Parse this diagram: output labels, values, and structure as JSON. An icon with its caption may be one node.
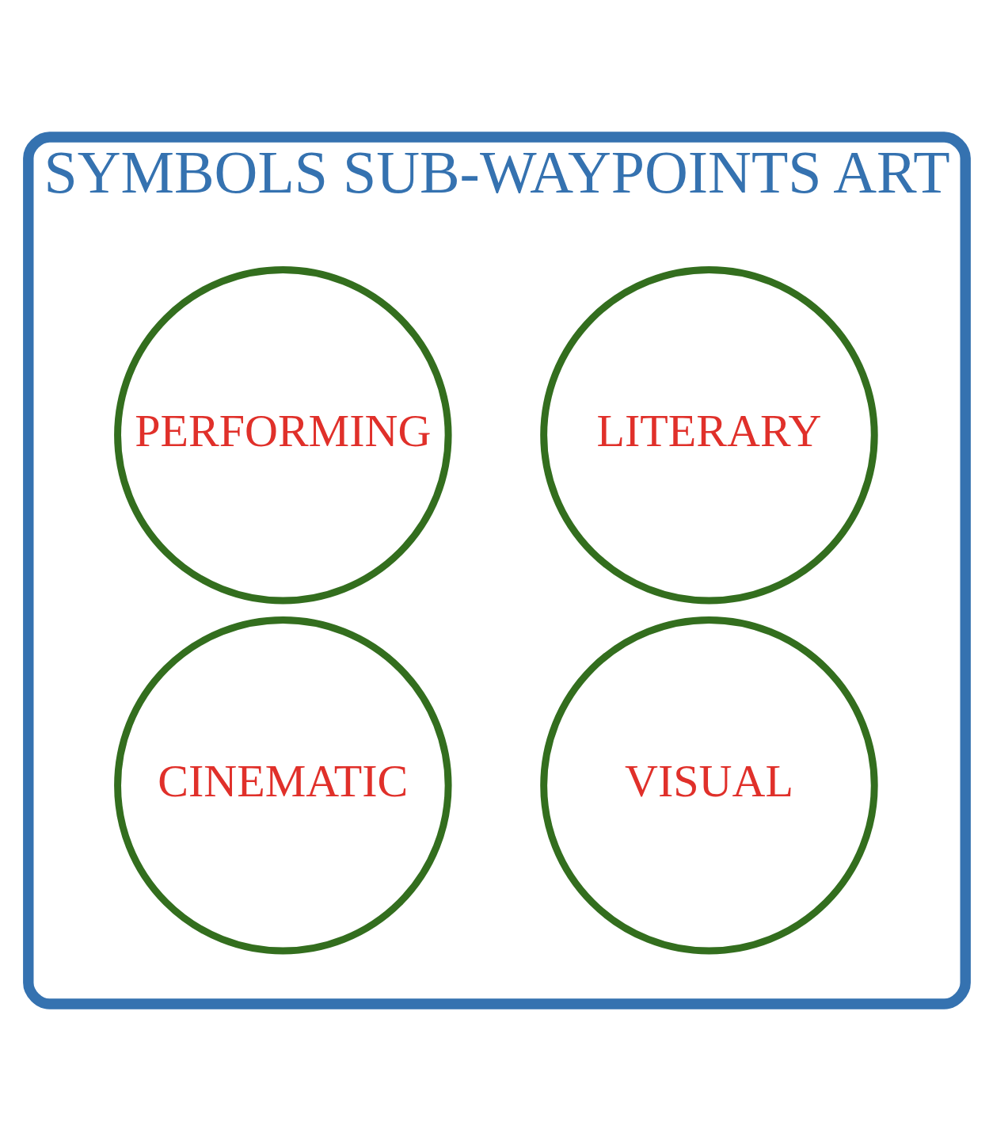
{
  "diagram": {
    "nodes": [
      {
        "text": [
          "SYMBOLS SUB-WAYPOINTS ART"
        ]
      },
      {
        "text": [
          "LITERARY"
        ],
        "in": 0
      },
      {
        "text": [
          "PERFORMING"
        ],
        "in": 0
      },
      {
        "text": [
          "VISUAL"
        ],
        "in": 0
      },
      {
        "text": [
          "CINEMATIC"
        ],
        "in": 0
      }
    ],
    "edges": []
  }
}
